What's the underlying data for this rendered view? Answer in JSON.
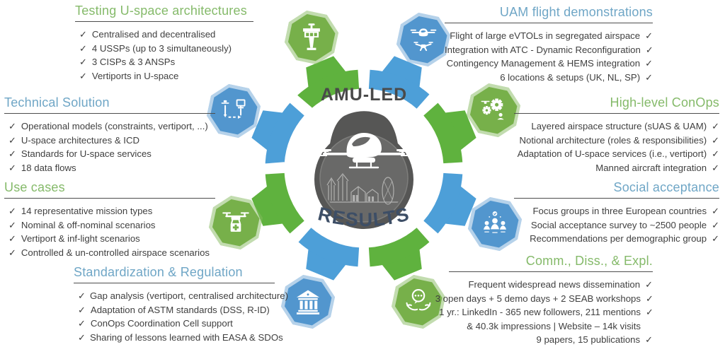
{
  "center": {
    "title": "AMU-LED",
    "subtitle": "RESULTS"
  },
  "check_glyph": "✓",
  "colors": {
    "ring_green": "#5FB23E",
    "ring_blue": "#4D9FD8",
    "icon_green": "#77B04A",
    "icon_blue": "#5296CE",
    "title_green": "#85BA6A",
    "title_blue": "#6FA6C6",
    "navy": "#3D4E66",
    "text": "#3F3F3F",
    "badge_dark": "#565655",
    "badge_inner": "#696968",
    "skyline_gray": "#B9B9B7"
  },
  "sections": [
    {
      "id": "testing-u-space-architectures",
      "title": "Testing U-space architectures",
      "color": "green",
      "side": "left",
      "icon": "control-tower-icon",
      "items": [
        {
          "text": "Centralised and decentralised",
          "check": true
        },
        {
          "text": "4 USSPs (up to 3 simultaneously)",
          "check": true
        },
        {
          "text": "3 CISPs & 3 ANSPs",
          "check": true
        },
        {
          "text": "Vertiports in U-space",
          "check": true
        }
      ]
    },
    {
      "id": "uam-flight-demonstrations",
      "title": "UAM flight demonstrations",
      "color": "blue",
      "side": "right",
      "icon": "evtol-drone-icon",
      "items": [
        {
          "text": "Flight of large eVTOLs in segregated airspace",
          "check": true
        },
        {
          "text": "Integration with ATC - Dynamic Reconfiguration",
          "check": true
        },
        {
          "text": "Contingency Management & HEMS integration",
          "check": true
        },
        {
          "text": "6 locations & setups (UK, NL, SP)",
          "check": true
        }
      ]
    },
    {
      "id": "technical-solution",
      "title": "Technical Solution",
      "color": "blue",
      "side": "left",
      "icon": "architecture-diagram-icon",
      "items": [
        {
          "text": "Operational models (constraints, vertiport, ...)",
          "check": true
        },
        {
          "text": "U-space architectures & ICD",
          "check": true
        },
        {
          "text": "Standards for U-space services",
          "check": true
        },
        {
          "text": "18 data flows",
          "check": true
        }
      ]
    },
    {
      "id": "high-level-conops",
      "title": "High-level ConOps",
      "color": "green",
      "side": "right",
      "icon": "gears-drone-icon",
      "items": [
        {
          "text": "Layered airspace structure (sUAS & UAM)",
          "check": true
        },
        {
          "text": "Notional architecture (roles & responsibilities)",
          "check": true
        },
        {
          "text": "Adaptation of U-space services (i.e., vertiport)",
          "check": true
        },
        {
          "text": "Manned aircraft integration",
          "check": true
        }
      ]
    },
    {
      "id": "use-cases",
      "title": "Use cases",
      "color": "green",
      "side": "left",
      "icon": "delivery-drone-icon",
      "items": [
        {
          "text": "14 representative mission types",
          "check": true
        },
        {
          "text": "Nominal & off-nominal scenarios",
          "check": true
        },
        {
          "text": "Vertiport & inf-light scenarios",
          "check": true
        },
        {
          "text": "Controlled & un-controlled airspace scenarios",
          "check": true
        }
      ]
    },
    {
      "id": "social-acceptance",
      "title": "Social acceptance",
      "color": "blue",
      "side": "right",
      "icon": "people-group-icon",
      "items": [
        {
          "text": "Focus groups in three European countries",
          "check": true
        },
        {
          "text": "Social acceptance survey to ~2500 people",
          "check": true
        },
        {
          "text": "Recommendations per demographic group",
          "check": true
        }
      ]
    },
    {
      "id": "standardization-regulation",
      "title": "Standardization & Regulation",
      "color": "blue",
      "side": "left",
      "icon": "bank-building-icon",
      "items": [
        {
          "text": "Gap analysis (vertiport, centralised architecture)",
          "check": true
        },
        {
          "text": "Adaptation of ASTM standards (DSS, R-ID)",
          "check": true
        },
        {
          "text": "ConOps Coordination Cell support",
          "check": true
        },
        {
          "text": "Sharing of lessons learned with EASA & SDOs",
          "check": true
        }
      ]
    },
    {
      "id": "comm-diss-expl",
      "title": "Comm., Diss., & Expl.",
      "color": "green",
      "side": "right",
      "icon": "hands-speech-bubble-icon",
      "items": [
        {
          "text": "Frequent widespread news dissemination",
          "check": true
        },
        {
          "text": "3 open days + 5 demo days + 2 SEAB workshops",
          "check": true
        },
        {
          "text": "1 yr.: LinkedIn - 365 new followers, 211 mentions",
          "check": true
        },
        {
          "text": "& 40.3k impressions | Website – 14k visits",
          "check": false
        },
        {
          "text": "9 papers, 15 publications",
          "check": true
        }
      ]
    }
  ]
}
